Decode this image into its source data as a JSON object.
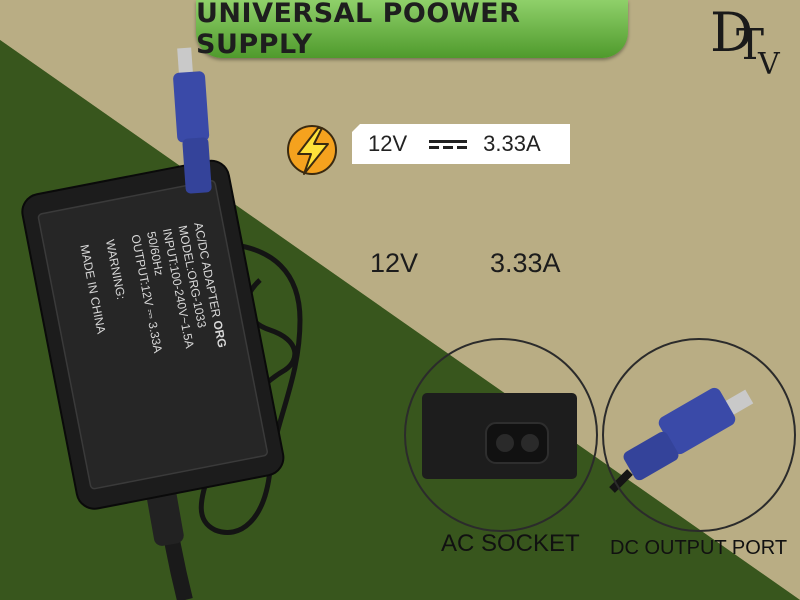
{
  "title": "UNIVERSAL POOWER SUPPLY",
  "logo_text": {
    "d": "D",
    "t": "T",
    "v": "V"
  },
  "spec": {
    "voltage": "12V",
    "current": "3.33A"
  },
  "mid_spec": {
    "voltage": "12V",
    "current": "3.33A"
  },
  "adapter_label": {
    "line1": "AC/DC ADAPTER",
    "brand": "ORG",
    "line2": "MODEL:ORG-1033",
    "line3": "INPUT:100-240V~1.5A",
    "line4": "50/60Hz",
    "line5": "OUTPUT:12V ⎓ 3.33A",
    "warning": "WARNING:",
    "made": "MADE IN CHINA"
  },
  "captions": {
    "ac_socket": "AC SOCKET",
    "dc_port": "DC OUTPUT PORT"
  },
  "colors": {
    "tan": "#b9ad84",
    "olive": "#3b5a1f",
    "pill_green": "#6ab644",
    "plug_blue": "#3a4aa8"
  }
}
